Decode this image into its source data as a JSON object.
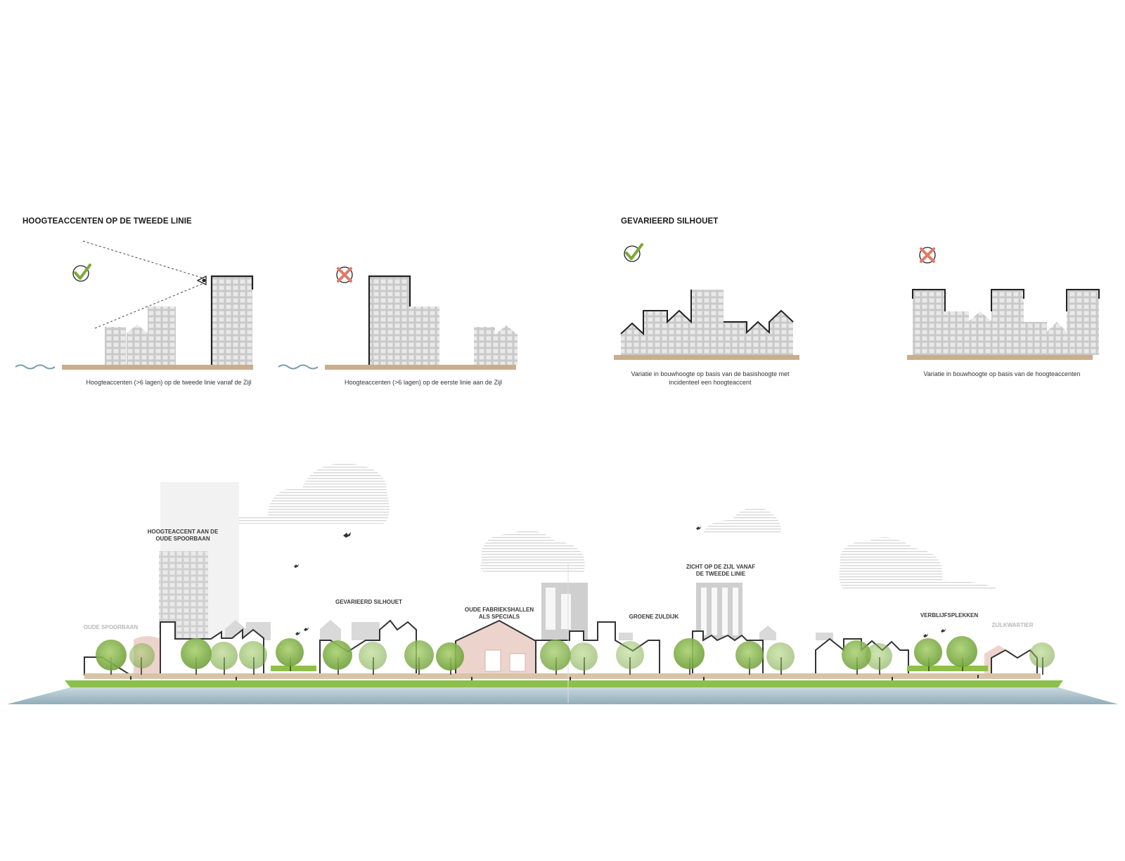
{
  "headings": {
    "left": "HOOGTEACCENTEN OP DE TWEEDE LINIE",
    "right": "GEVARIEERD SILHOUET"
  },
  "captions": {
    "p1": "Hoogteaccenten (>6 lagen) op de tweede linie vanaf de Zijl",
    "p2": "Hoogteaccenten (>6 lagen) op de eerste linie aan de Zijl",
    "p3_line1": "Variatie in bouwhoogte op basis van de basishoogte met",
    "p3_line2": "incidenteel een hoogteaccent",
    "p4": "Variatie in bouwhoogte op basis van de hoogteaccenten"
  },
  "section_labels": {
    "hoogteaccent_line1": "HOOGTEACCENT AAN DE",
    "hoogteaccent_line2": "OUDE SPOORBAAN",
    "oude_spoorbaan": "OUDE SPOORBAAN",
    "gevarieerd": "GEVARIEERD SILHOUET",
    "fabriek_line1": "OUDE FABRIEKSHALLEN",
    "fabriek_line2": "ALS SPECIALS",
    "groene": "GROENE ZULDIJK",
    "zicht_line1": "ZICHT OP DE ZIJL VANAF",
    "zicht_line2": "DE TWEEDE LINIE",
    "verblijf": "VERBLIJFSPLEKKEN",
    "zijlkwartier": "ZIJLKWARTIER"
  },
  "icons": {
    "check": "check-circle-icon",
    "cross": "cross-circle-icon",
    "eye": "eye-icon",
    "bird": "bird-icon"
  },
  "colors": {
    "check_green": "#7aa83a",
    "cross_red": "#e07a6a",
    "ground_tan": "#c9ad8d",
    "building_grey": "#cfcfcf",
    "water": "#a9bfc9",
    "grass": "#8cc04a",
    "factory_pink": "#ecd4cc"
  }
}
